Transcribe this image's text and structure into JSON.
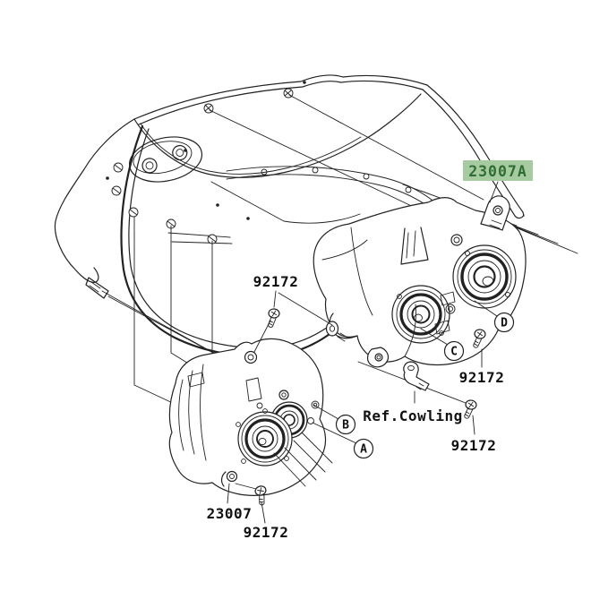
{
  "colors": {
    "background": "#ffffff",
    "line": "#222222",
    "highlight_bg": "#a6cba1",
    "highlight_fg": "#2f6e32"
  },
  "labels": {
    "headlight_bracket_part": "23007A",
    "screw_part": "92172",
    "headlight_part": "23007",
    "cowling_ref": "Ref.Cowling"
  },
  "callouts": {
    "a": "A",
    "b": "B",
    "c": "C",
    "d": "D"
  }
}
